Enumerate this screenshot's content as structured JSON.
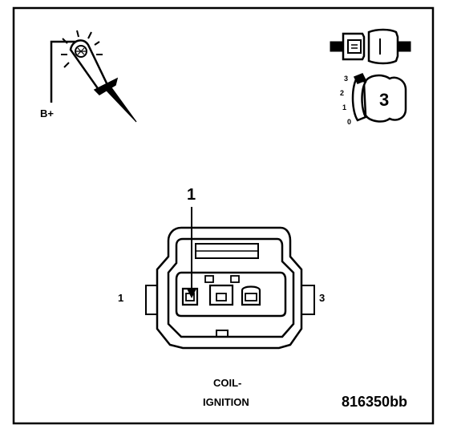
{
  "test_lamp": {
    "supply_label": "B+"
  },
  "ignition_key": {
    "scale": [
      "3",
      "2",
      "1",
      "0"
    ],
    "position": "3"
  },
  "connector": {
    "callout": "1",
    "side_left": "1",
    "side_right": "3",
    "name_line1": "COIL-",
    "name_line2": "IGNITION"
  },
  "figure_id": "816350bb",
  "colors": {
    "ink": "#000000",
    "paper": "#ffffff"
  }
}
